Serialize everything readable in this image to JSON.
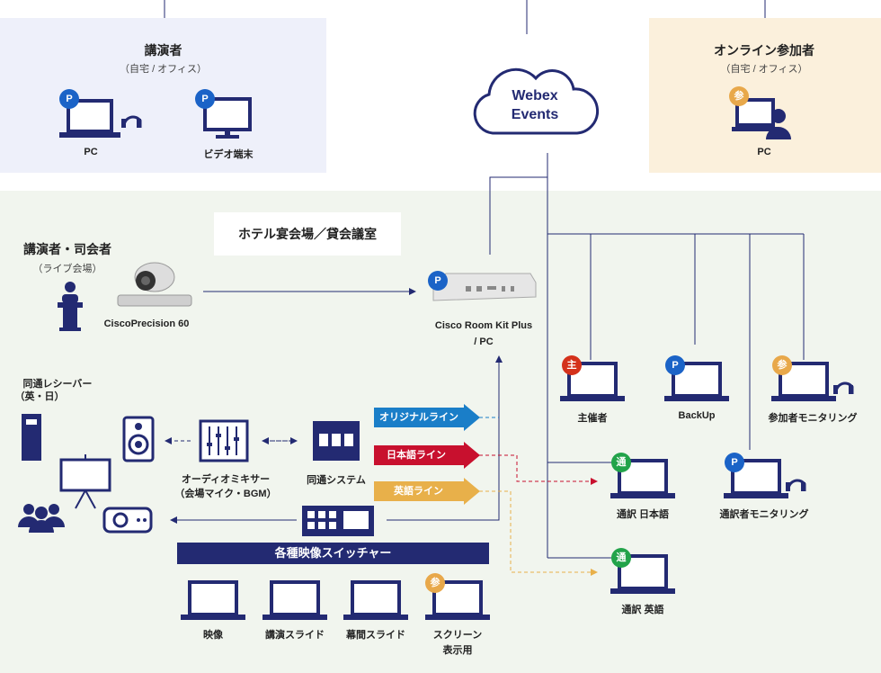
{
  "colors": {
    "navy": "#232a72",
    "lavender_bg": "#eef0fa",
    "peach_bg": "#fbf0dc",
    "green_bg": "#f1f5ee",
    "line_blue": "#1a7ec8",
    "line_red": "#c8102e",
    "line_yellow": "#e8b04a",
    "badge_blue": "#1b63c7",
    "badge_red": "#d4311b",
    "badge_green": "#22a34a",
    "badge_orange": "#e8a84a"
  },
  "presenter": {
    "title": "講演者",
    "subtitle": "（自宅 / オフィス）",
    "devices": [
      {
        "label": "PC",
        "badge": "P",
        "icon": "laptop-headset-icon"
      },
      {
        "label": "ビデオ端末",
        "badge": "P",
        "icon": "monitor-icon"
      }
    ]
  },
  "cloud": {
    "line1": "Webex",
    "line2": "Events"
  },
  "online_participant": {
    "title": "オンライン参加者",
    "subtitle": "（自宅 / オフィス）",
    "device": {
      "label": "PC",
      "badge": "参",
      "icon": "person-pc-icon"
    }
  },
  "venue": {
    "banner": "ホテル宴会場／貸会議室",
    "presenter_mc": "講演者・司会者",
    "presenter_mc_sub": "（ライブ会場）",
    "camera_label": "CiscoPrecision 60",
    "room_kit_line1": "Cisco Room Kit Plus",
    "room_kit_line2": "/ PC",
    "room_kit_badge": "P",
    "receiver_line1": "同通レシーバー",
    "receiver_line2": "（英・日）",
    "mixer_line1": "オーディオミキサー",
    "mixer_line2": "（会場マイク・BGM）",
    "interp_system": "同通システム",
    "lines": {
      "original": "オリジナルライン",
      "japanese": "日本語ライン",
      "english": "英語ライン"
    },
    "switcher": "各種映像スイッチャー",
    "sources": [
      {
        "label": "映像"
      },
      {
        "label": "講演スライド"
      },
      {
        "label": "幕間スライド"
      },
      {
        "label": "スクリーン",
        "label2": "表示用",
        "badge": "参"
      }
    ]
  },
  "right_nodes": [
    {
      "label": "主催者",
      "badge": "主"
    },
    {
      "label": "BackUp",
      "badge": "P"
    },
    {
      "label": "参加者モニタリング",
      "badge": "参"
    },
    {
      "label": "通訳 日本語",
      "badge": "通"
    },
    {
      "label": "通訳者モニタリング",
      "badge": "P"
    },
    {
      "label": "通訳 英語",
      "badge": "通"
    }
  ]
}
